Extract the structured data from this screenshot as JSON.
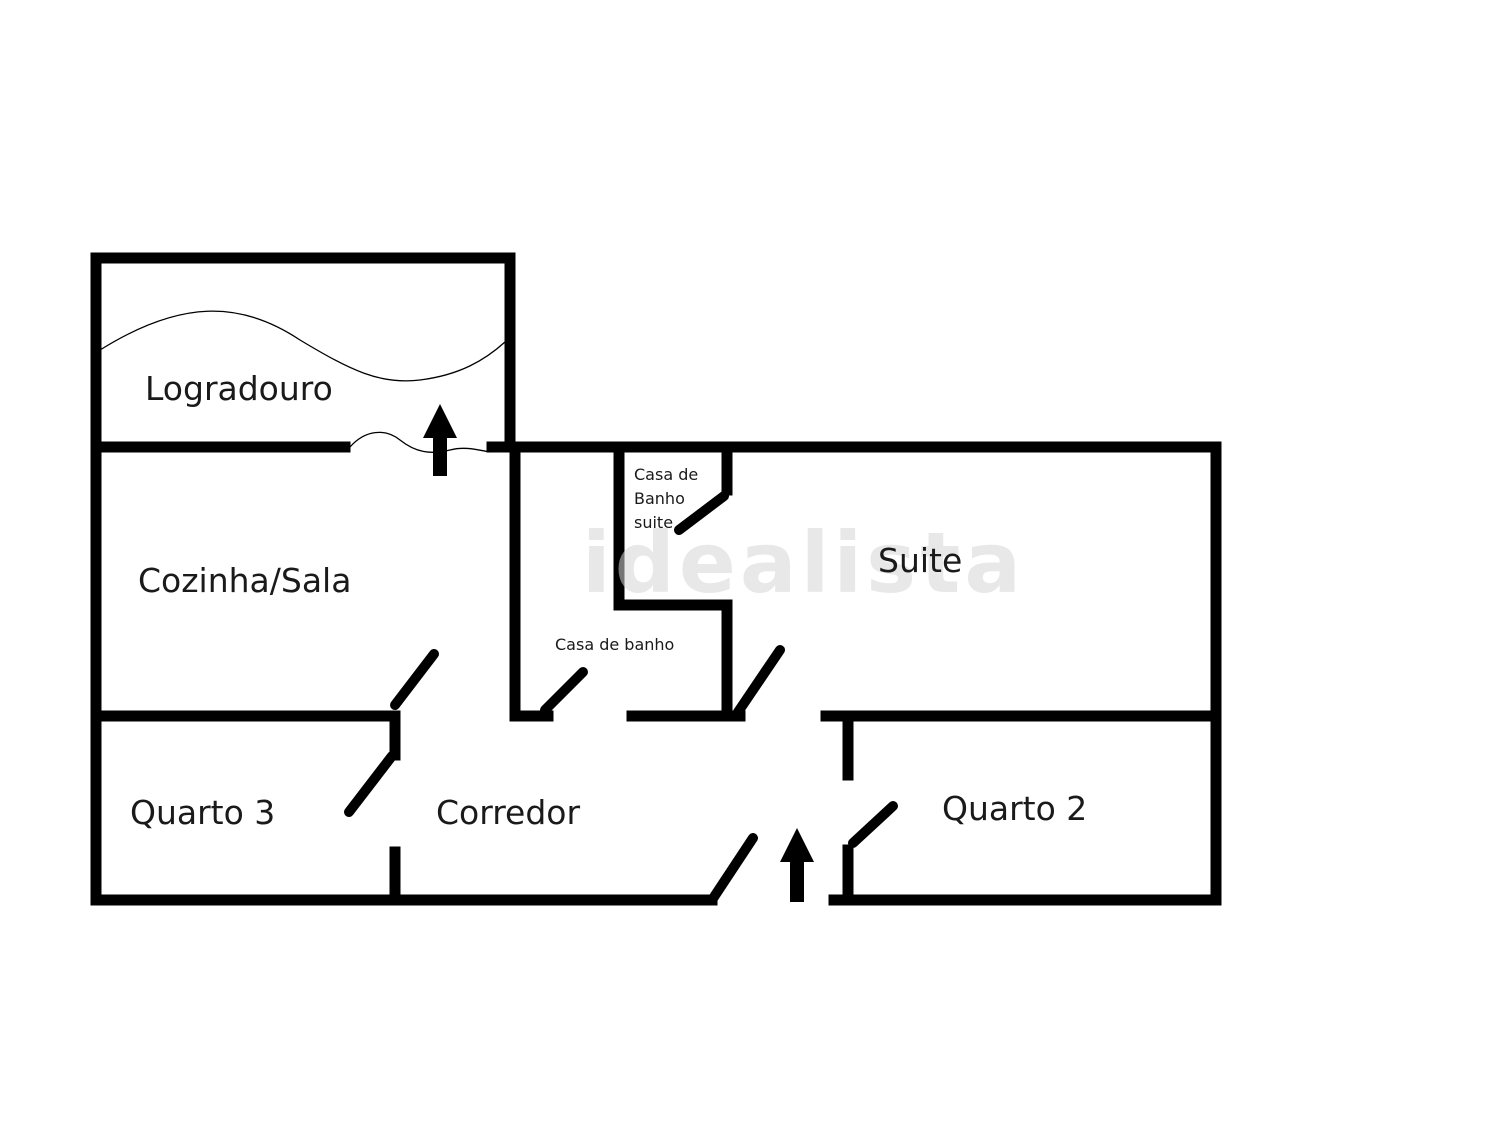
{
  "rooms": {
    "logradouro": "Logradouro",
    "cozinha_sala": "Cozinha/Sala",
    "wc_suite_line1": "Casa de",
    "wc_suite_line2": "Banho",
    "wc_suite_line3": "suite",
    "suite": "Suite",
    "casa_de_banho": "Casa de banho",
    "quarto_3": "Quarto 3",
    "corredor": "Corredor",
    "quarto_2": "Quarto 2"
  },
  "watermark": "idealista",
  "icons": {
    "entrance_arrows": [
      "arrow-up-icon",
      "arrow-up-icon"
    ]
  }
}
